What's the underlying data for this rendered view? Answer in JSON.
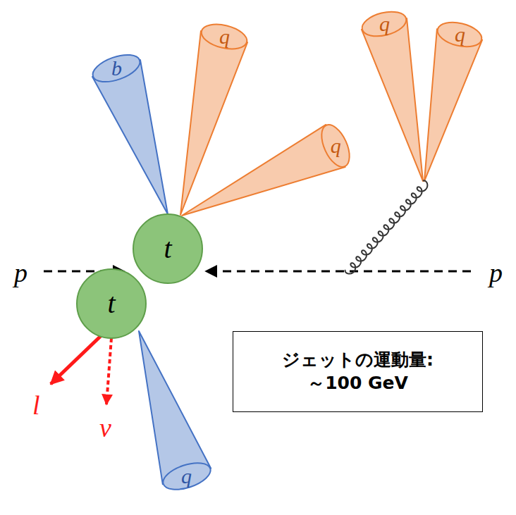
{
  "diagram": {
    "nodes": [
      {
        "text": [
          "b"
        ]
      },
      {
        "text": [
          "q"
        ]
      },
      {
        "text": [
          "q"
        ]
      },
      {
        "text": [
          "q"
        ]
      },
      {
        "text": [
          "q"
        ]
      },
      {
        "text": [
          "t"
        ]
      },
      {
        "text": [
          "t"
        ]
      },
      {
        "text": [
          "ジェットの運動量: ～100 GeV"
        ]
      },
      {
        "text": [
          "q"
        ]
      }
    ],
    "labels": [
      "p",
      "p",
      "l",
      "ν"
    ]
  }
}
